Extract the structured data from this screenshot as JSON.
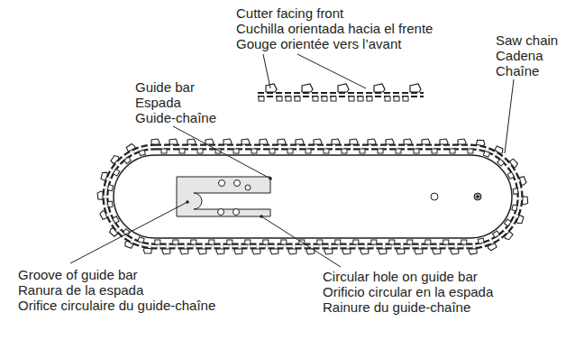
{
  "diagram": {
    "labels": [
      "Cutter facing front",
      "Cuchilla orientada hacia el frente",
      "Gouge orientée vers l’avant",
      "Guide bar",
      "Espada",
      "Guide-chaîne",
      "Saw chain",
      "Cadena",
      "Chaîne",
      "Groove of guide bar",
      "Ranura de la espada",
      "Orifice circulaire du guide-chaîne",
      "Circular hole on guide bar",
      "Orificio circular en la espada",
      "Rainure du guide-chaîne"
    ]
  }
}
